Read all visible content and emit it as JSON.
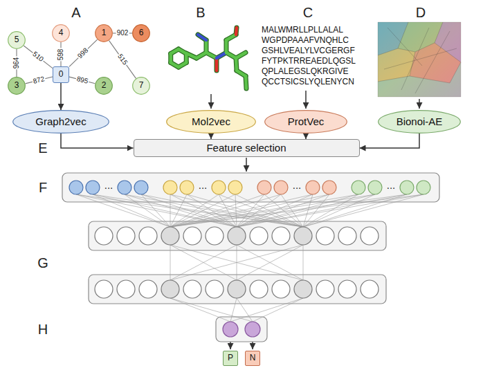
{
  "diagram": {
    "nodes": [
      {
        "text": [
          "5"
        ]
      },
      {
        "text": [
          "4"
        ]
      },
      {
        "text": [
          "1"
        ]
      },
      {
        "text": [
          "6"
        ]
      },
      {
        "text": [
          "3"
        ]
      },
      {
        "text": [
          "0"
        ]
      },
      {
        "text": [
          "2"
        ]
      },
      {
        "text": [
          "7"
        ]
      },
      {
        "text": [
          "Graph2vec"
        ]
      },
      {
        "text": [
          "Mol2vec"
        ]
      },
      {
        "text": [
          "ProtVec"
        ]
      },
      {
        "text": [
          "Bionoi-AE"
        ]
      },
      {
        "text": [
          "Feature selection"
        ]
      },
      {
        "text": [
          "P"
        ]
      },
      {
        "text": [
          "N"
        ]
      }
    ],
    "edges": [
      {
        "from": 0,
        "to": 5,
        "arrow": "none",
        "label": "510"
      },
      {
        "from": 0,
        "to": 4,
        "arrow": "none",
        "label": "964"
      },
      {
        "from": 1,
        "to": 5,
        "arrow": "none",
        "label": "598"
      },
      {
        "from": 2,
        "to": 5,
        "arrow": "none",
        "label": "998"
      },
      {
        "from": 4,
        "to": 5,
        "arrow": "none",
        "label": "872"
      },
      {
        "from": 5,
        "to": 6,
        "arrow": "none",
        "label": "895"
      },
      {
        "from": 2,
        "to": 3,
        "arrow": "none",
        "label": "902"
      },
      {
        "from": 2,
        "to": 7,
        "arrow": "none",
        "label": "515"
      },
      {
        "from": 5,
        "to": 8,
        "arrow": "to"
      },
      {
        "from": 8,
        "to": 12,
        "arrow": "to"
      },
      {
        "from": 9,
        "to": 12,
        "arrow": "to"
      },
      {
        "from": 10,
        "to": 12,
        "arrow": "to"
      },
      {
        "from": 11,
        "to": 12,
        "arrow": "to"
      }
    ],
    "labels": [
      "A",
      "B",
      "C",
      "D",
      "MALWMRLLPLLALAL WGPDPAAAFVNQHLC GSHLVEALYLVCGERGF FYTPKTRREAEDLQGSL QPLALEGSLQKRGIVE QCCTSICSLYQLENYCN",
      "E",
      "F",
      "...",
      "...",
      "...",
      "...",
      "G",
      "H"
    ]
  }
}
